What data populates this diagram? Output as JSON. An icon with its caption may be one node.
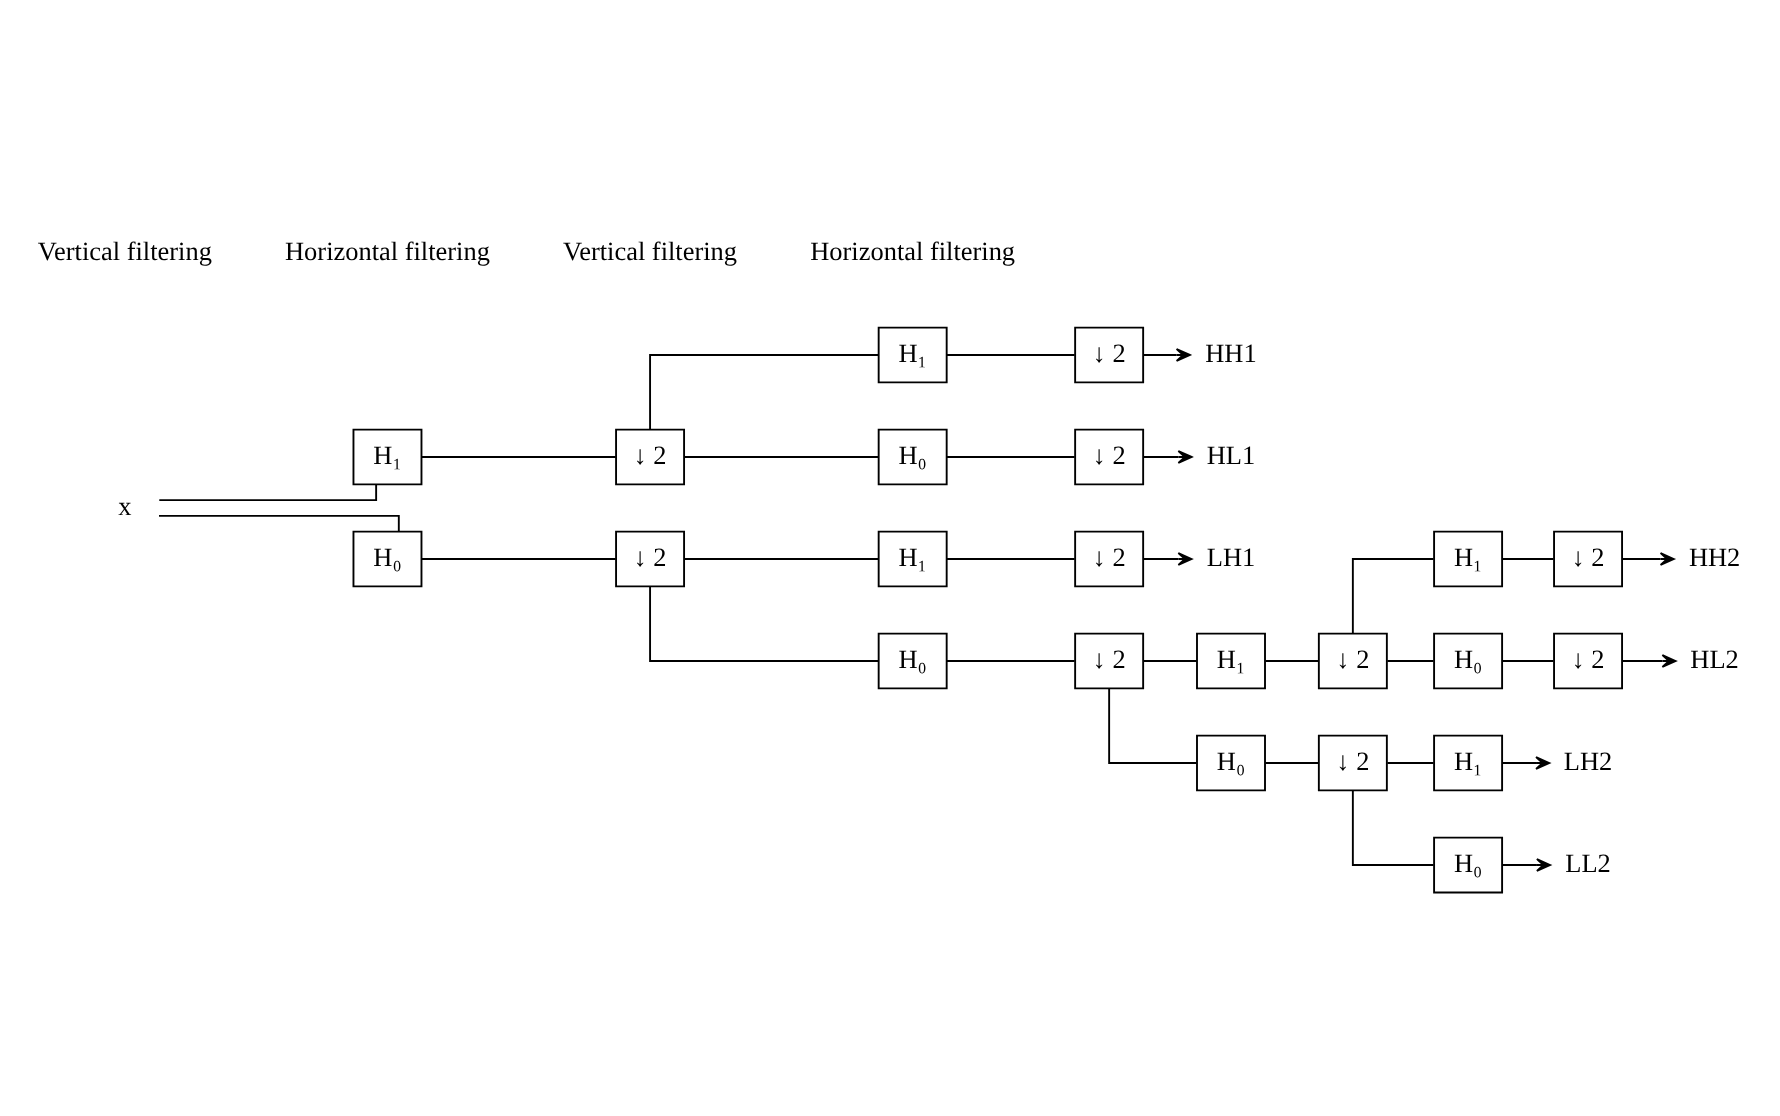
{
  "diagram": {
    "nodes": [
      {
        "text": [
          "x"
        ]
      },
      {
        "text": [
          "H₁"
        ]
      },
      {
        "text": [
          "↓ 2"
        ]
      },
      {
        "text": [
          "H₁"
        ]
      },
      {
        "text": [
          "↓ 2"
        ]
      },
      {
        "text": [
          "HH1"
        ]
      },
      {
        "text": [
          "H₀"
        ]
      },
      {
        "text": [
          "↓ 2"
        ]
      },
      {
        "text": [
          "HL1"
        ]
      },
      {
        "text": [
          "H₀"
        ]
      },
      {
        "text": [
          "↓ 2"
        ]
      },
      {
        "text": [
          "H₁"
        ]
      },
      {
        "text": [
          "↓ 2"
        ]
      },
      {
        "text": [
          "LH1"
        ]
      },
      {
        "text": [
          "H₀"
        ]
      },
      {
        "text": [
          "↓ 2"
        ]
      },
      {
        "text": [
          "H₁"
        ]
      },
      {
        "text": [
          "↓ 2"
        ]
      },
      {
        "text": [
          "H₁"
        ]
      },
      {
        "text": [
          "↓ 2"
        ]
      },
      {
        "text": [
          "HH2"
        ]
      },
      {
        "text": [
          "H₀"
        ]
      },
      {
        "text": [
          "↓ 2"
        ]
      },
      {
        "text": [
          "HL2"
        ]
      },
      {
        "text": [
          "H₀"
        ]
      },
      {
        "text": [
          "↓ 2"
        ]
      },
      {
        "text": [
          "H₁"
        ]
      },
      {
        "text": [
          "LH2"
        ]
      },
      {
        "text": [
          "H₀"
        ]
      },
      {
        "text": [
          "LL2"
        ]
      }
    ],
    "edges": [
      {
        "from": 0,
        "to": 1,
        "arrow": "none"
      },
      {
        "from": 0,
        "to": 9,
        "arrow": "none"
      },
      {
        "from": 1,
        "to": 2,
        "arrow": "none"
      },
      {
        "from": 2,
        "to": 3,
        "arrow": "none"
      },
      {
        "from": 2,
        "to": 6,
        "arrow": "none"
      },
      {
        "from": 3,
        "to": 4,
        "arrow": "none"
      },
      {
        "from": 4,
        "to": 5,
        "arrow": "to"
      },
      {
        "from": 6,
        "to": 7,
        "arrow": "none"
      },
      {
        "from": 7,
        "to": 8,
        "arrow": "to"
      },
      {
        "from": 9,
        "to": 10,
        "arrow": "none"
      },
      {
        "from": 10,
        "to": 11,
        "arrow": "none"
      },
      {
        "from": 10,
        "to": 14,
        "arrow": "none"
      },
      {
        "from": 11,
        "to": 12,
        "arrow": "none"
      },
      {
        "from": 12,
        "to": 13,
        "arrow": "to"
      },
      {
        "from": 14,
        "to": 15,
        "arrow": "none"
      },
      {
        "from": 15,
        "to": 16,
        "arrow": "none"
      },
      {
        "from": 15,
        "to": 24,
        "arrow": "none"
      },
      {
        "from": 16,
        "to": 17,
        "arrow": "none"
      },
      {
        "from": 17,
        "to": 18,
        "arrow": "none"
      },
      {
        "from": 17,
        "to": 21,
        "arrow": "none"
      },
      {
        "from": 18,
        "to": 19,
        "arrow": "none"
      },
      {
        "from": 19,
        "to": 20,
        "arrow": "to"
      },
      {
        "from": 21,
        "to": 22,
        "arrow": "none"
      },
      {
        "from": 22,
        "to": 23,
        "arrow": "to"
      },
      {
        "from": 24,
        "to": 25,
        "arrow": "none"
      },
      {
        "from": 25,
        "to": 26,
        "arrow": "none"
      },
      {
        "from": 25,
        "to": 28,
        "arrow": "none"
      },
      {
        "from": 26,
        "to": 27,
        "arrow": "to"
      },
      {
        "from": 28,
        "to": 29,
        "arrow": "to"
      }
    ],
    "labels": [
      "Vertical filtering",
      "Horizontal filtering",
      "Vertical filtering",
      "Horizontal filtering"
    ]
  }
}
